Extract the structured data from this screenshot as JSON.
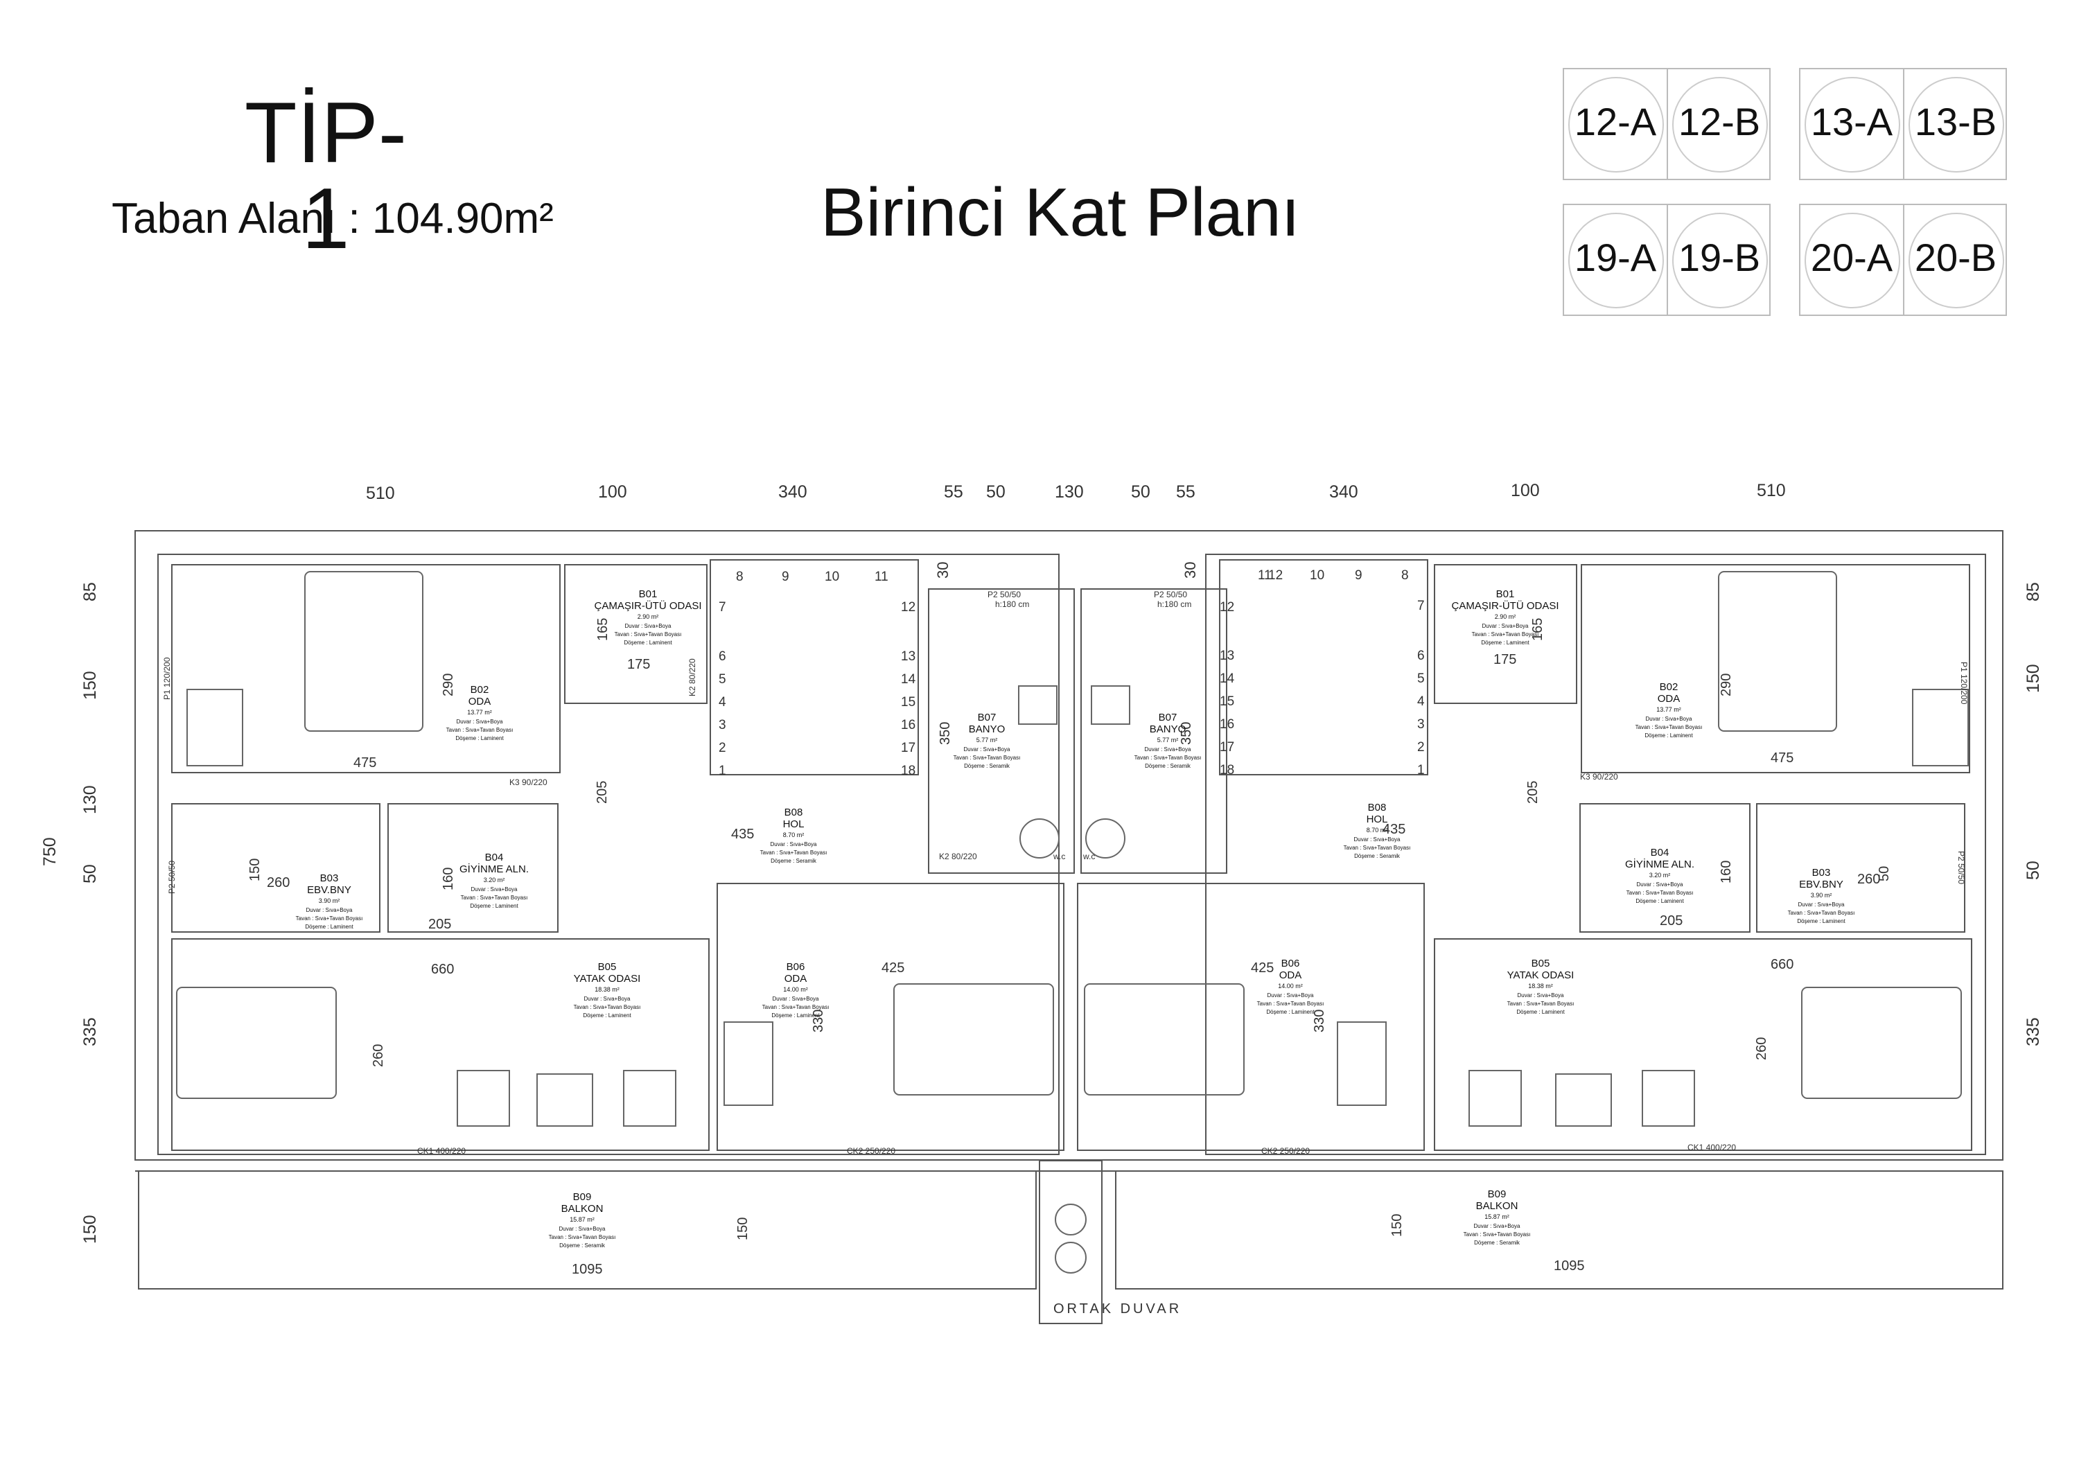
{
  "header": {
    "type_title": "TİP-1",
    "area_text": "Taban Alanı : 104.90m²",
    "plan_title": "Birinci Kat Planı"
  },
  "unit_codes": [
    [
      "12-A",
      "12-B"
    ],
    [
      "13-A",
      "13-B"
    ],
    [
      "19-A",
      "19-B"
    ],
    [
      "20-A",
      "20-B"
    ]
  ],
  "dimensions": {
    "top": [
      "510",
      "100",
      "340",
      "55",
      "50",
      "130",
      "50",
      "55",
      "340",
      "100",
      "510"
    ],
    "left": [
      "85",
      "150",
      "130",
      "50",
      "335",
      "150"
    ],
    "right": [
      "85",
      "150",
      "50",
      "335"
    ],
    "total_height": "750",
    "interior": [
      "30",
      "30",
      "290",
      "290",
      "475",
      "475",
      "165",
      "165",
      "175",
      "175",
      "205",
      "205",
      "435",
      "435",
      "350",
      "350",
      "150",
      "260",
      "260",
      "160",
      "160",
      "205",
      "205",
      "660",
      "660",
      "425",
      "425",
      "330",
      "330",
      "260",
      "260",
      "150",
      "150",
      "1095",
      "1095",
      "50"
    ]
  },
  "rooms": [
    {
      "code": "B01",
      "name": "ÇAMAŞIR-ÜTÜ ODASI",
      "area": "2.90 m²",
      "floor": "Döşeme : Laminent"
    },
    {
      "code": "B02",
      "name": "ODA",
      "area": "13.77 m²",
      "floor": "Döşeme : Laminent"
    },
    {
      "code": "B03",
      "name": "EBV.BNY",
      "area": "3.90 m²",
      "floor": "Döşeme : Laminent"
    },
    {
      "code": "B04",
      "name": "GİYİNME ALN.",
      "area": "3.20 m²",
      "floor": "Döşeme : Laminent"
    },
    {
      "code": "B05",
      "name": "YATAK ODASI",
      "area": "18.38 m²",
      "floor": "Döşeme : Laminent"
    },
    {
      "code": "B06",
      "name": "ODA",
      "area": "14.00 m²",
      "floor": "Döşeme : Laminent"
    },
    {
      "code": "B07",
      "name": "BANYO",
      "area": "5.77 m²",
      "floor": "Döşeme : Seramik"
    },
    {
      "code": "B08",
      "name": "HOL",
      "area": "8.70 m²",
      "floor": "Döşeme : Seramik"
    },
    {
      "code": "B09",
      "name": "BALKON",
      "area": "15.87 m²",
      "floor": "Döşeme : Seramik"
    }
  ],
  "finish": {
    "wall": "Duvar : Sıva+Boya",
    "ceiling": "Tavan : Sıva+Tavan Boyası"
  },
  "openings": {
    "k3": "K3 90/220",
    "k2": "K2 80/220",
    "k2_alt": "K2 80/220",
    "k3_alt": "K3 90/220",
    "ck1": "CK1 400/220",
    "ck2": "CK2 250/220",
    "p1": "P1 120/200",
    "p2": "P2 50/50",
    "p2_h": "h:180 cm",
    "wc": "w.c"
  },
  "stairs": {
    "left_numbers": [
      "8",
      "9",
      "10",
      "11",
      "7",
      "6",
      "5",
      "4",
      "3",
      "2",
      "1"
    ],
    "right_numbers": [
      "12",
      "13",
      "14",
      "15",
      "16",
      "17",
      "18"
    ]
  },
  "common_wall": "ORTAK DUVAR"
}
